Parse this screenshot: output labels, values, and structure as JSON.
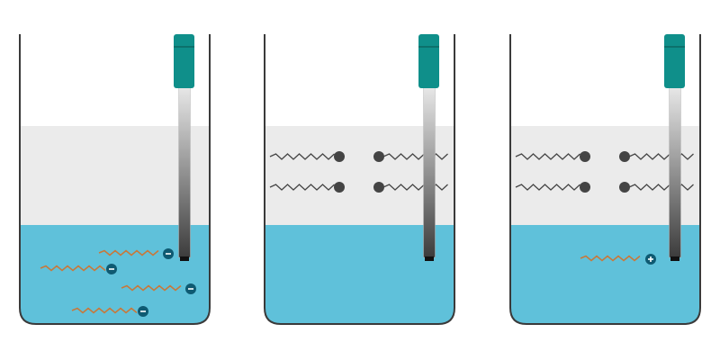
{
  "diagram": {
    "panels": [
      {
        "name": "beaker-left",
        "ion_charge": "-",
        "ion_count": 4,
        "surfactant_layer": false
      },
      {
        "name": "beaker-middle",
        "ion_charge": null,
        "ion_count": 0,
        "surfactant_layer": true
      },
      {
        "name": "beaker-right",
        "ion_charge": "+",
        "ion_count": 1,
        "surfactant_layer": true
      }
    ],
    "colors": {
      "beaker_outline": "#3a3a3a",
      "organic_phase": "#ebebeb",
      "aqueous_phase": "#5fc1da",
      "electrode_cap": "#0f8f8a",
      "electrode_top": "#e8e8e8",
      "electrode_bottom": "#3c3c3c",
      "ion_tail": "#c8783a",
      "ion_head": "#0e5a72",
      "surfactant": "#444444"
    },
    "icons": [
      "minus-charge-icon",
      "plus-charge-icon",
      "electrode-icon"
    ]
  }
}
